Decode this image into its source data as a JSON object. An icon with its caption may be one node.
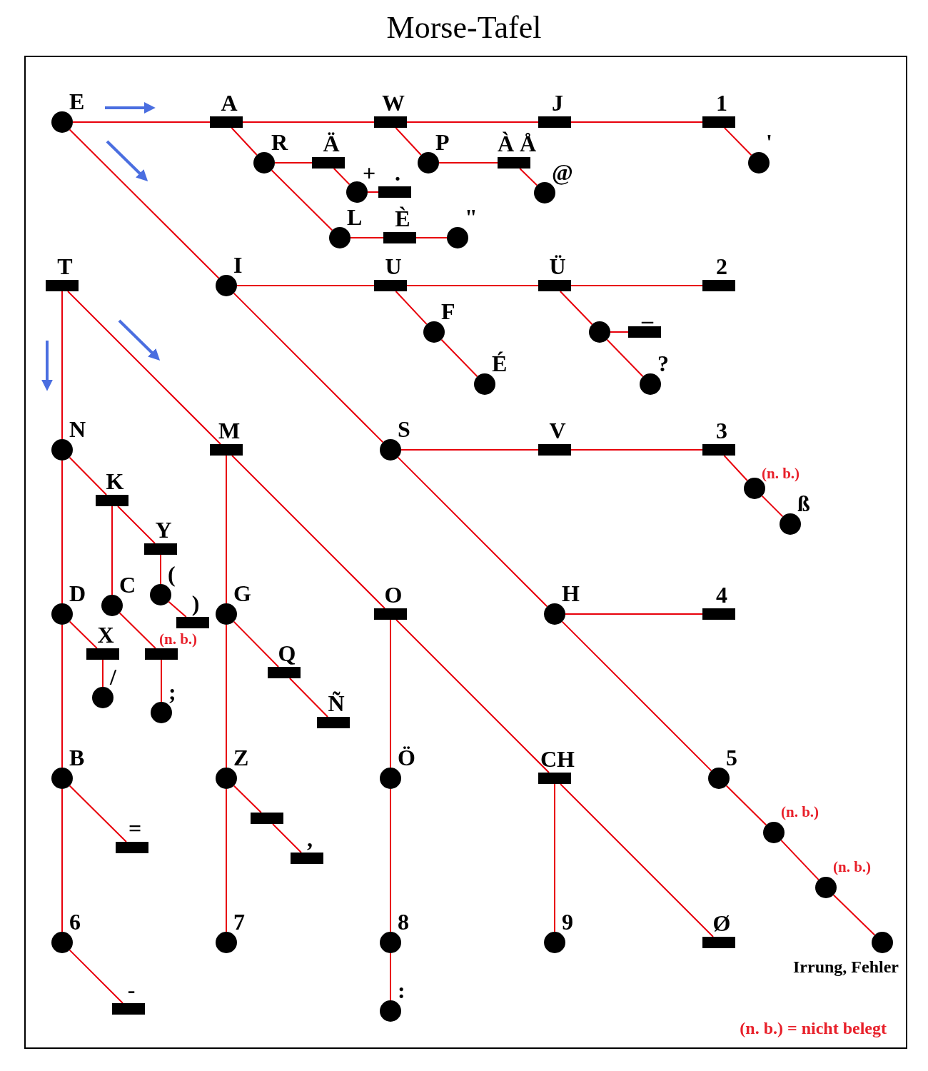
{
  "diagram": {
    "title": "Morse-Tafel",
    "nodes": [
      {
        "text": [
          "E"
        ]
      },
      {
        "text": [
          "A"
        ]
      },
      {
        "text": [
          "W"
        ]
      },
      {
        "text": [
          "J"
        ]
      },
      {
        "text": [
          "1"
        ]
      },
      {
        "text": [
          "'"
        ]
      },
      {
        "text": [
          "R"
        ]
      },
      {
        "text": [
          "Ä"
        ]
      },
      {
        "text": [
          "+"
        ]
      },
      {
        "text": [
          "."
        ]
      },
      {
        "text": [
          "L"
        ]
      },
      {
        "text": [
          "È"
        ]
      },
      {
        "text": [
          "\""
        ]
      },
      {
        "text": [
          "P"
        ]
      },
      {
        "text": [
          "À Å"
        ]
      },
      {
        "text": [
          "@"
        ]
      },
      {
        "text": [
          "T"
        ]
      },
      {
        "text": [
          "I"
        ]
      },
      {
        "text": [
          "U"
        ]
      },
      {
        "text": [
          "Ü"
        ]
      },
      {
        "text": [
          "2"
        ]
      },
      {
        "text": [
          "F"
        ]
      },
      {
        "text": [
          "É"
        ]
      },
      {
        "text": [],
        "shape": "circle"
      },
      {
        "text": [
          "_"
        ]
      },
      {
        "text": [
          "?"
        ]
      },
      {
        "text": [
          "N"
        ]
      },
      {
        "text": [
          "M"
        ]
      },
      {
        "text": [
          "S"
        ]
      },
      {
        "text": [
          "V"
        ]
      },
      {
        "text": [
          "3"
        ]
      },
      {
        "text": [
          "(n. b.)"
        ]
      },
      {
        "text": [
          "ß"
        ]
      },
      {
        "text": [
          "K"
        ]
      },
      {
        "text": [
          "Y"
        ]
      },
      {
        "text": [
          "("
        ]
      },
      {
        "text": [
          ")"
        ]
      },
      {
        "text": [
          "D"
        ]
      },
      {
        "text": [
          "C"
        ]
      },
      {
        "text": [
          "X"
        ]
      },
      {
        "text": [
          "/"
        ]
      },
      {
        "text": [
          "(n. b.)"
        ]
      },
      {
        "text": [
          ";"
        ]
      },
      {
        "text": [
          "G"
        ]
      },
      {
        "text": [
          "Q"
        ]
      },
      {
        "text": [
          "Ñ"
        ]
      },
      {
        "text": [
          "O"
        ]
      },
      {
        "text": [
          "H"
        ]
      },
      {
        "text": [
          "4"
        ]
      },
      {
        "text": [
          "B"
        ]
      },
      {
        "text": [
          "="
        ]
      },
      {
        "text": [
          "Z"
        ]
      },
      {
        "text": [],
        "shape": "bar"
      },
      {
        "text": [
          ","
        ]
      },
      {
        "text": [
          "Ö"
        ]
      },
      {
        "text": [
          "CH"
        ]
      },
      {
        "text": [
          "5"
        ]
      },
      {
        "text": [
          "(n. b.)"
        ]
      },
      {
        "text": [
          "(n. b.)"
        ]
      },
      {
        "text": [
          "Irrung, Fehler"
        ]
      },
      {
        "text": [
          "6"
        ]
      },
      {
        "text": [
          "-"
        ]
      },
      {
        "text": [
          "7"
        ]
      },
      {
        "text": [
          "8"
        ]
      },
      {
        "text": [
          ":"
        ]
      },
      {
        "text": [
          "9"
        ]
      },
      {
        "text": [
          "Ø"
        ]
      }
    ],
    "edges": [
      {
        "from": 0,
        "to": 1,
        "arrow": "none"
      },
      {
        "from": 1,
        "to": 2,
        "arrow": "none"
      },
      {
        "from": 2,
        "to": 3,
        "arrow": "none"
      },
      {
        "from": 3,
        "to": 4,
        "arrow": "none"
      },
      {
        "from": 4,
        "to": 5,
        "arrow": "none"
      },
      {
        "from": 1,
        "to": 6,
        "arrow": "none"
      },
      {
        "from": 6,
        "to": 7,
        "arrow": "none"
      },
      {
        "from": 7,
        "to": 8,
        "arrow": "none"
      },
      {
        "from": 8,
        "to": 9,
        "arrow": "none"
      },
      {
        "from": 6,
        "to": 10,
        "arrow": "none"
      },
      {
        "from": 10,
        "to": 11,
        "arrow": "none"
      },
      {
        "from": 11,
        "to": 12,
        "arrow": "none"
      },
      {
        "from": 2,
        "to": 13,
        "arrow": "none"
      },
      {
        "from": 13,
        "to": 14,
        "arrow": "none"
      },
      {
        "from": 14,
        "to": 15,
        "arrow": "none"
      },
      {
        "from": 0,
        "to": 17,
        "arrow": "none"
      },
      {
        "from": 17,
        "to": 18,
        "arrow": "none"
      },
      {
        "from": 18,
        "to": 19,
        "arrow": "none"
      },
      {
        "from": 19,
        "to": 20,
        "arrow": "none"
      },
      {
        "from": 18,
        "to": 21,
        "arrow": "none"
      },
      {
        "from": 21,
        "to": 22,
        "arrow": "none"
      },
      {
        "from": 19,
        "to": 23,
        "arrow": "none"
      },
      {
        "from": 23,
        "to": 24,
        "arrow": "none"
      },
      {
        "from": 23,
        "to": 25,
        "arrow": "none"
      },
      {
        "from": 17,
        "to": 28,
        "arrow": "none"
      },
      {
        "from": 28,
        "to": 29,
        "arrow": "none"
      },
      {
        "from": 29,
        "to": 30,
        "arrow": "none"
      },
      {
        "from": 30,
        "to": 31,
        "arrow": "none"
      },
      {
        "from": 31,
        "to": 32,
        "arrow": "none"
      },
      {
        "from": 28,
        "to": 47,
        "arrow": "none"
      },
      {
        "from": 47,
        "to": 48,
        "arrow": "none"
      },
      {
        "from": 47,
        "to": 56,
        "arrow": "none"
      },
      {
        "from": 56,
        "to": 57,
        "arrow": "none"
      },
      {
        "from": 57,
        "to": 58,
        "arrow": "none"
      },
      {
        "from": 58,
        "to": 59,
        "arrow": "none"
      },
      {
        "from": 16,
        "to": 26,
        "arrow": "none"
      },
      {
        "from": 16,
        "to": 27,
        "arrow": "none"
      },
      {
        "from": 26,
        "to": 33,
        "arrow": "none"
      },
      {
        "from": 33,
        "to": 34,
        "arrow": "none"
      },
      {
        "from": 34,
        "to": 35,
        "arrow": "none"
      },
      {
        "from": 35,
        "to": 36,
        "arrow": "none"
      },
      {
        "from": 33,
        "to": 38,
        "arrow": "none"
      },
      {
        "from": 38,
        "to": 41,
        "arrow": "none"
      },
      {
        "from": 41,
        "to": 42,
        "arrow": "none"
      },
      {
        "from": 26,
        "to": 37,
        "arrow": "none"
      },
      {
        "from": 37,
        "to": 39,
        "arrow": "none"
      },
      {
        "from": 39,
        "to": 40,
        "arrow": "none"
      },
      {
        "from": 37,
        "to": 49,
        "arrow": "none"
      },
      {
        "from": 49,
        "to": 50,
        "arrow": "none"
      },
      {
        "from": 49,
        "to": 60,
        "arrow": "none"
      },
      {
        "from": 60,
        "to": 61,
        "arrow": "none"
      },
      {
        "from": 27,
        "to": 43,
        "arrow": "none"
      },
      {
        "from": 43,
        "to": 44,
        "arrow": "none"
      },
      {
        "from": 44,
        "to": 45,
        "arrow": "none"
      },
      {
        "from": 43,
        "to": 51,
        "arrow": "none"
      },
      {
        "from": 51,
        "to": 52,
        "arrow": "none"
      },
      {
        "from": 52,
        "to": 53,
        "arrow": "none"
      },
      {
        "from": 51,
        "to": 62,
        "arrow": "none"
      },
      {
        "from": 27,
        "to": 46,
        "arrow": "none"
      },
      {
        "from": 46,
        "to": 54,
        "arrow": "none"
      },
      {
        "from": 54,
        "to": 63,
        "arrow": "none"
      },
      {
        "from": 63,
        "to": 64,
        "arrow": "none"
      },
      {
        "from": 46,
        "to": 55,
        "arrow": "none"
      },
      {
        "from": 55,
        "to": 65,
        "arrow": "none"
      },
      {
        "from": 55,
        "to": 66,
        "arrow": "none"
      }
    ],
    "labels": [
      "(n. b.) = nicht belegt"
    ]
  }
}
